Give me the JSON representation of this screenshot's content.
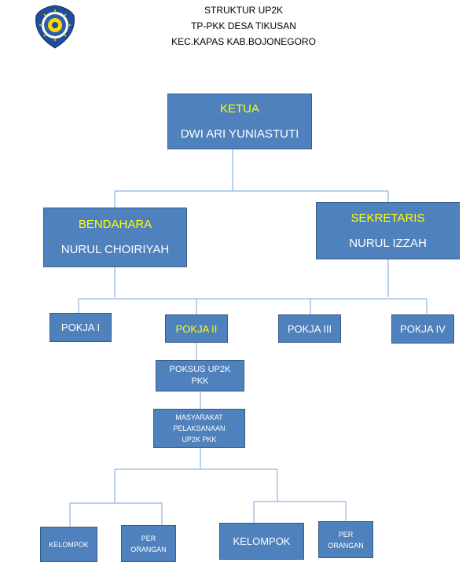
{
  "header": {
    "line1": "STRUKTUR UP2K",
    "line2": "TP-PKK DESA TIKUSAN",
    "line3": "KEC.KAPAS KAB.BOJONEGORO"
  },
  "logo": {
    "icon": "regency-emblem-icon"
  },
  "ketua": {
    "role": "KETUA",
    "name": "DWI ARI YUNIASTUTI"
  },
  "bendahara": {
    "role": "BENDAHARA",
    "name": "NURUL CHOIRIYAH"
  },
  "sekretaris": {
    "role": "SEKRETARIS",
    "name": "NURUL IZZAH"
  },
  "pokja": [
    "POKJA I",
    "POKJA II",
    "POKJA III",
    "POKJA IV"
  ],
  "poksus": {
    "line1": "POKSUS UP2K",
    "line2": "PKK"
  },
  "masyarakat": {
    "line1": "MASYARAKAT",
    "line2": "PELAKSANAAN",
    "line3": "UP2K PKK"
  },
  "groups": {
    "kelompok_left": "KELOMPOK",
    "perorangan_left_1": "PER",
    "perorangan_left_2": "ORANGAN",
    "kelompok_right": "KELOMPOK",
    "perorangan_right_1": "PER",
    "perorangan_right_2": "ORANGAN"
  },
  "colors": {
    "box_fill": "#4f81bd",
    "box_border": "#385d8a",
    "connector": "#8eb4e3",
    "highlight_text": "#ffff00"
  }
}
